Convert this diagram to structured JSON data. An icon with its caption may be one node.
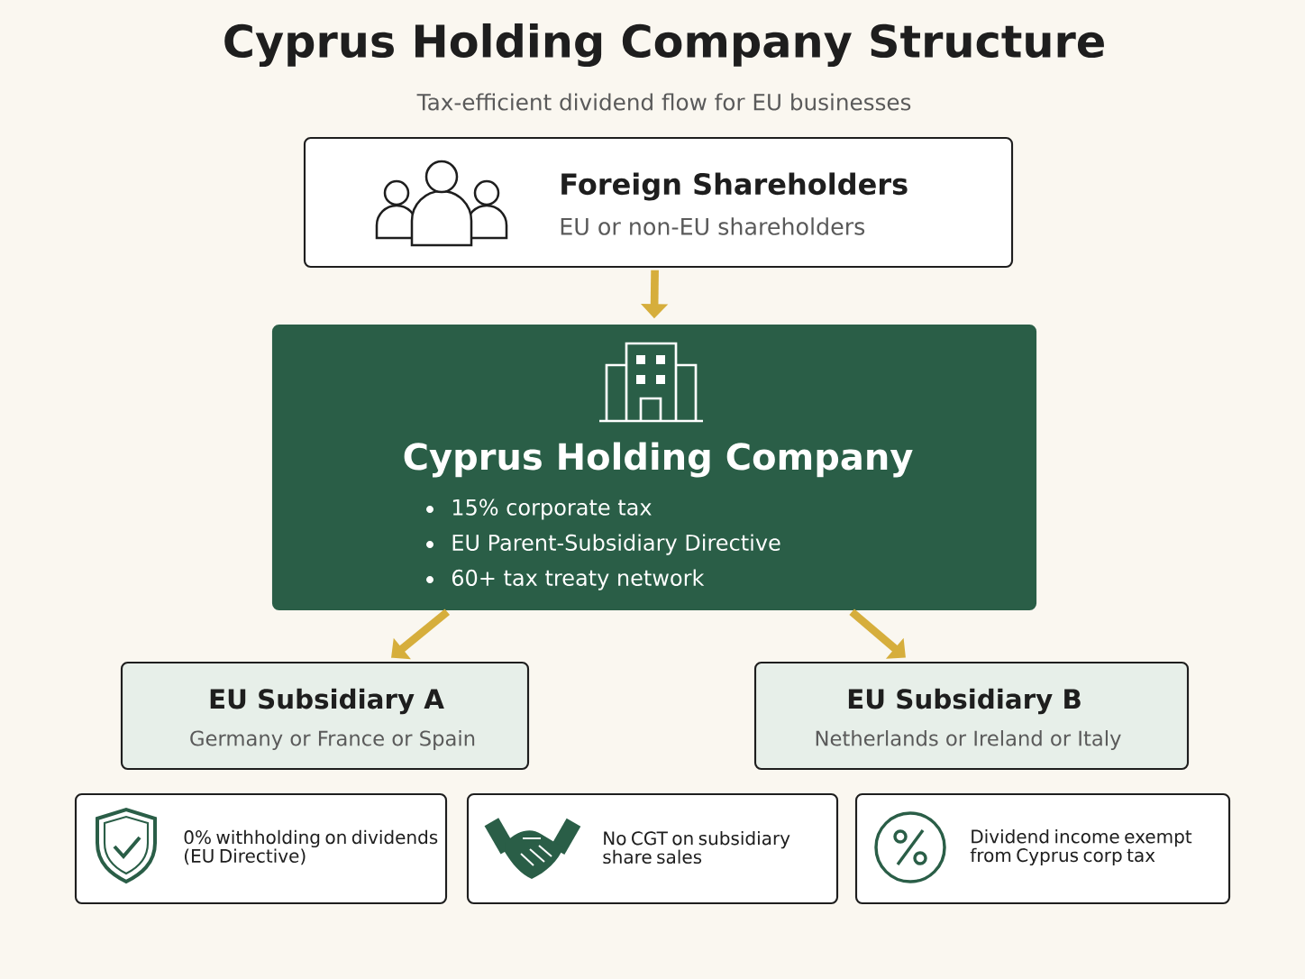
{
  "diagram": {
    "title": "Cyprus Holding Company Structure",
    "nodes": [
      {
        "text": [
          "Foreign Shareholders",
          "EU or non-EU shareholders"
        ]
      },
      {
        "text": [
          "Cyprus Holding Company",
          "15% corporate tax",
          "EU Parent-Subsidiary Directive",
          "60+ tax treaty network"
        ]
      },
      {
        "text": [
          "EU Subsidiary A",
          "Germany or France or Spain"
        ]
      },
      {
        "text": [
          "EU Subsidiary B",
          "Netherlands or Ireland or Italy"
        ]
      },
      {
        "text": [
          "0% withholding on dividends (EU Directive)"
        ]
      },
      {
        "text": [
          "No CGT on subsidiary share sales"
        ]
      },
      {
        "text": [
          "Dividend income exempt from Cyprus corp tax"
        ]
      }
    ],
    "edges": [
      {
        "from": 0,
        "to": 1,
        "arrow": "to"
      },
      {
        "from": 1,
        "to": 2,
        "arrow": "to"
      },
      {
        "from": 1,
        "to": 3,
        "arrow": "to"
      }
    ],
    "labels": [
      "Tax-efficient dividend flow for EU businesses"
    ]
  }
}
